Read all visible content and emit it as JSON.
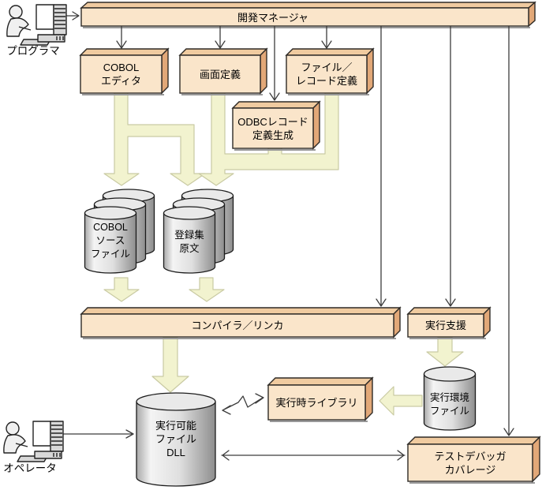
{
  "actors": {
    "programmer": {
      "label": "プログラマ"
    },
    "operator": {
      "label": "オペレータ"
    }
  },
  "nodes": {
    "dev_manager": {
      "label": "開発マネージャ"
    },
    "cobol_editor": {
      "lines": [
        "COBOL",
        "エディタ"
      ]
    },
    "screen_def": {
      "label": "画面定義"
    },
    "file_record_def": {
      "lines": [
        "ファイル／",
        "レコード定義"
      ]
    },
    "odbc_gen": {
      "lines": [
        "ODBCレコード",
        "定義生成"
      ]
    },
    "cobol_source": {
      "lines": [
        "COBOL",
        "ソース",
        "ファイル"
      ]
    },
    "library_text": {
      "lines": [
        "登録集",
        "原文"
      ]
    },
    "compiler_linker": {
      "label": "コンパイラ／リンカ"
    },
    "exec_support": {
      "label": "実行支援"
    },
    "runtime_library": {
      "label": "実行時ライブラリ"
    },
    "exec_env_file": {
      "lines": [
        "実行環境",
        "ファイル"
      ]
    },
    "executable_file": {
      "lines": [
        "実行可能",
        "ファイル",
        "DLL"
      ]
    },
    "test_debugger": {
      "lines": [
        "テストデバッガ",
        "カバレージ"
      ]
    }
  },
  "colors": {
    "box_front": "#FAE5CA",
    "box_top": "#F0CBA0",
    "box_side": "#E2A878",
    "box_border": "#2E2A26",
    "flow_arrow_fill": "#F2F3CF",
    "flow_arrow_stroke": "#C9CAA3",
    "thin_line": "#3C3C3C",
    "cylinder_light": "#F4F4F4",
    "cylinder_dark": "#8E8E8E",
    "background": "#FFFFFF"
  }
}
